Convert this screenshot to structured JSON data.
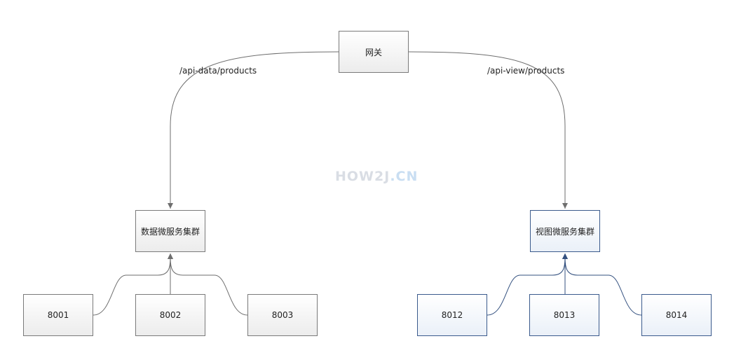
{
  "gateway": {
    "label": "网关"
  },
  "routes": {
    "left": "/api-data/products",
    "right": "/api-view/products"
  },
  "clusters": {
    "data": {
      "label": "数据微服务集群"
    },
    "view": {
      "label": "视图微服务集群"
    }
  },
  "data_instances": [
    {
      "label": "8001"
    },
    {
      "label": "8002"
    },
    {
      "label": "8003"
    }
  ],
  "view_instances": [
    {
      "label": "8012"
    },
    {
      "label": "8013"
    },
    {
      "label": "8014"
    }
  ],
  "watermark": {
    "main": "HOW2J",
    "accent": ".CN"
  },
  "colors": {
    "gray_line": "#6e6e6e",
    "blue_line": "#33507f",
    "blue_border": "#3a5a8c"
  }
}
